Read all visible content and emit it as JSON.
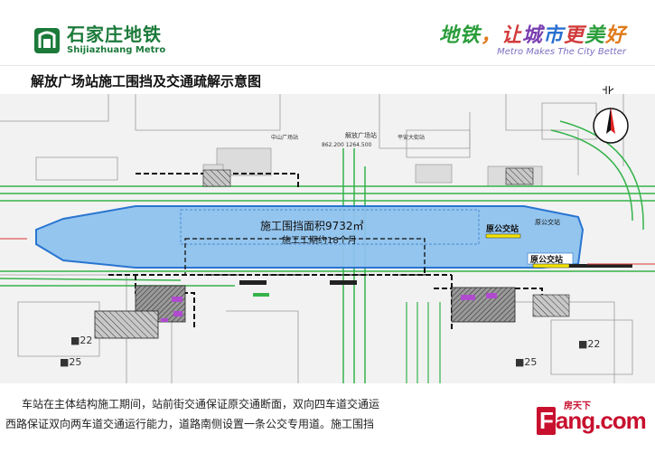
{
  "header": {
    "logo_cn": "石家庄地铁",
    "logo_en": "Shijiazhuang Metro",
    "slogan_cn": "地铁，让城市更美好",
    "slogan_en": "Metro Makes The City Better"
  },
  "title": "解放广场站施工围挡及交通疏解示意图",
  "north_label": "北",
  "map": {
    "area_label": "施工围挡面积9732㎡",
    "period_label": "施工工期约18个月",
    "bus_station_1": "原公交站",
    "bus_station_2": "原公交站",
    "bus_station_3": "原公交站",
    "station_name": "解放广场站",
    "station_mileage": "862.200 1264.500",
    "street_1": "中山广场站",
    "street_2": "平安大街站",
    "marker_1": "■22",
    "marker_2": "■25",
    "marker_3": "■25",
    "marker_4": "■22"
  },
  "caption": {
    "line1": "车站在主体结构施工期间，站前街交通保证原交通断面，双向四车道交通运",
    "line2": "西路保证双向两车道交通运行能力，道路南侧设置一条公交专用道。施工围挡"
  },
  "watermark": {
    "small": "房天下",
    "main": "Fang.com"
  },
  "colors": {
    "brand_green": "#1b7a3a",
    "enclosure_blue": "#8fc3ee",
    "road_green": "#35b34a",
    "fang_red": "#c8102e"
  }
}
